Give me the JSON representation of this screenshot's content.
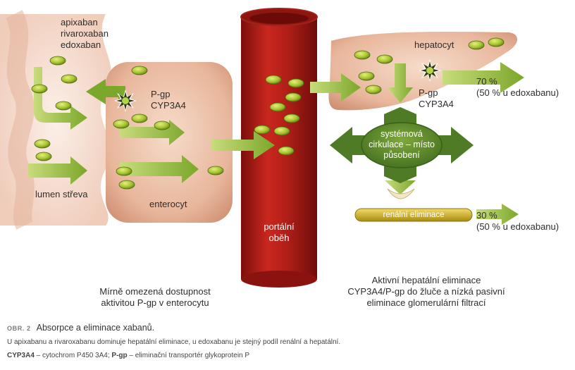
{
  "labels": {
    "drugs": [
      "apixaban",
      "rivaroxaban",
      "edoxaban"
    ],
    "lumen": "lumen střeva",
    "pgp_cyp_left": [
      "P-gp",
      "CYP3A4"
    ],
    "enterocyte": "enterocyt",
    "portal": [
      "portální",
      "oběh"
    ],
    "hepatocyte": "hepatocyt",
    "pgp_cyp_right": [
      "P-gp",
      "CYP3A4"
    ],
    "hepatic_pct": "70 %",
    "hepatic_edox": "(50 % u edoxabanu)",
    "systemic": [
      "systémová",
      "cirkulace – místo",
      "působení"
    ],
    "renal_bar": "renální eliminace",
    "renal_pct": "30 %",
    "renal_edox": "(50 % u edoxabanu)",
    "left_summary": [
      "Mírně omezená dostupnost",
      "aktivitou P-gp v enterocytu"
    ],
    "right_summary": [
      "Aktivní hepatální eliminace",
      "CYP3A4/P-gp do žluče a nízká pasivní",
      "eliminace glomerulární filtrací"
    ]
  },
  "caption": {
    "prefix": "OBR. 2",
    "title": "Absorpce a eliminace xabanů.",
    "line1": "U apixabanu a rivaroxabanu dominuje hepatální eliminace, u edoxabanu je stejný podíl renální a hepatální.",
    "line2_abbr1": "CYP3A4",
    "line2_def1": " – cytochrom P450 3A4; ",
    "line2_abbr2": "P-gp",
    "line2_def2": " – eliminační transportér glykoprotein P"
  },
  "colors": {
    "tissue": "#e6b49a",
    "vessel": "#b5201a",
    "arrow_green": "#8ab534",
    "dark_green": "#4c7524",
    "pill": "#a8c236",
    "renal_bar": "#c9a81c"
  }
}
